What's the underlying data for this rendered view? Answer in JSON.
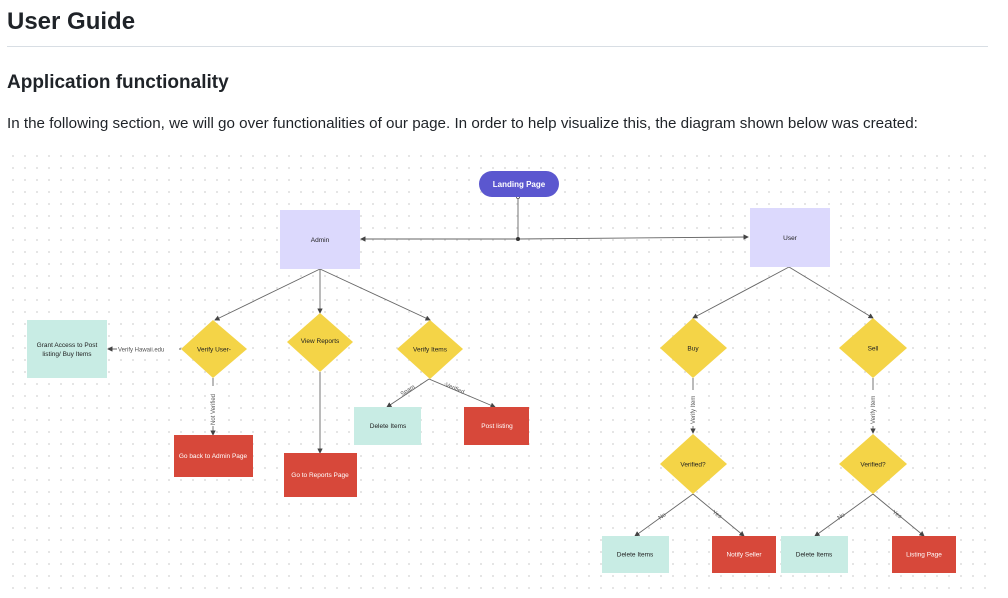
{
  "page": {
    "title": "User Guide",
    "section_title": "Application functionality",
    "intro": "In the following section, we will go over functionalities of our page. In order to help visualize this, the diagram shown below was created:"
  },
  "diagram": {
    "landing": "Landing Page",
    "admin": "Admin",
    "user": "User",
    "grant": [
      "Grant Access to Post",
      "listing/ Buy Items"
    ],
    "verify_user": "Verify User-",
    "view_reports": "View Reports",
    "verify_items": "Verify Items",
    "go_admin": "Go back to Admin Page",
    "go_reports": "Go to Reports Page",
    "delete_items_admin": "Delete Items",
    "post_listing": "Post listing",
    "buy": "Buy",
    "sell": "Sell",
    "verified_buy": "Verified?",
    "verified_sell": "Verified?",
    "delete_items_buy": "Delete Items",
    "notify_seller": "Notify Seller",
    "delete_items_sell": "Delete Items",
    "listing_page": "Listing Page",
    "labels": {
      "verify_hawaii": "Verify Hawaii.edu",
      "not_verified": "Not Verified",
      "spam": "Spam",
      "verified": "Verified",
      "verify_item_buy": "Verify Item",
      "verify_item_sell": "Verify Item",
      "no_buy": "No",
      "yes_buy": "Yes",
      "no_sell": "No",
      "yes_sell": "Yes"
    }
  },
  "colors": {
    "pill": "#5b57cf",
    "lavender": "#dcd9fd",
    "mint": "#c8ece4",
    "yellow": "#f4d447",
    "red": "#d7483a",
    "line": "#555555"
  }
}
